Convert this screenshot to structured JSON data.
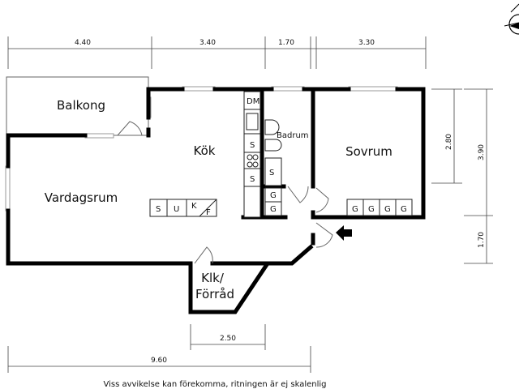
{
  "rooms": {
    "balcony": "Balkong",
    "kitchen": "Kök",
    "bathroom": "Badrum",
    "bedroom": "Sovrum",
    "living_room": "Vardagsrum",
    "storage_line1": "Klk/",
    "storage_line2": "Förråd"
  },
  "fixtures": {
    "dishwasher": "DM",
    "kitchen_cabinets": [
      "S",
      "S"
    ],
    "bath_cabinet": "S",
    "bath_wardrobes": [
      "G",
      "G"
    ],
    "living_units": [
      "S",
      "U",
      "K",
      "F"
    ],
    "bedroom_wardrobes": [
      "G",
      "G",
      "G",
      "G"
    ]
  },
  "dimensions": {
    "top": [
      "4.40",
      "3.40",
      "1.70",
      "3.30"
    ],
    "right_inner": "2.80",
    "right_outer_top": "3.90",
    "right_outer_bottom": "1.70",
    "storage_width": "2.50",
    "total_width": "9.60"
  },
  "caption": "Viss avvikelse kan förekomma, ritningen är ej skalenlig",
  "icons": [
    "compass-icon",
    "entrance-arrow-icon"
  ]
}
